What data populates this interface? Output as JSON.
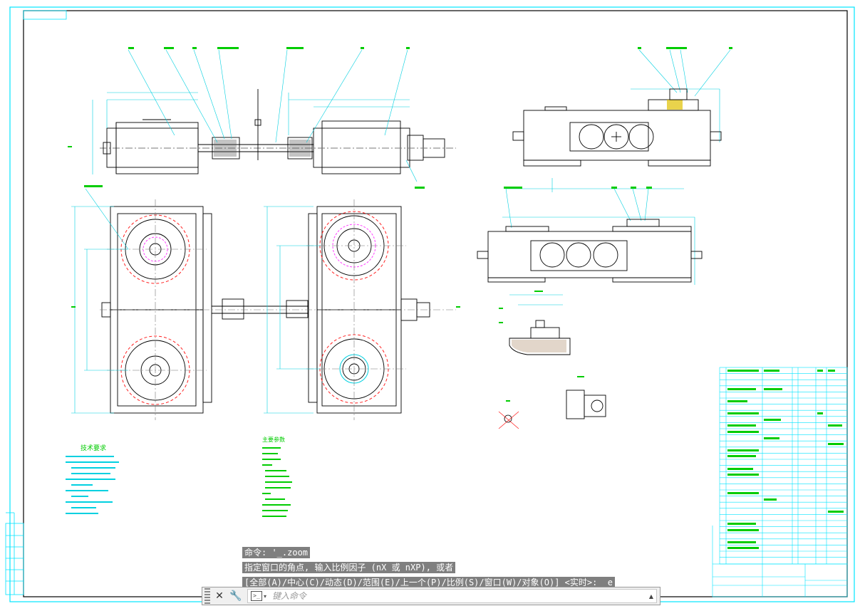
{
  "drawing": {
    "tech_title": "技术要求",
    "params_title": "主要参数",
    "colors": {
      "frame": "#00e5ff",
      "lines": "#000000",
      "dimension": "#00d0e0",
      "leader_text": "#00cc00",
      "centerline": "#777777",
      "red_circle": "#ff2020",
      "magenta_circle": "#ff40ff",
      "yellow_part": "#e0c000"
    }
  },
  "command": {
    "history": [
      "命令: '_.zoom",
      "指定窗口的角点, 输入比例因子 (nX 或 nXP), 或者",
      "[全部(A)/中心(C)/动态(D)/范围(E)/上一个(P)/比例(S)/窗口(W)/对象(O)] <实时>: _e"
    ],
    "placeholder": "键入命令",
    "icons": {
      "close": "close-icon",
      "settings": "wrench-icon",
      "prompt": "prompt-icon",
      "recent": "chevron-up-icon"
    }
  }
}
